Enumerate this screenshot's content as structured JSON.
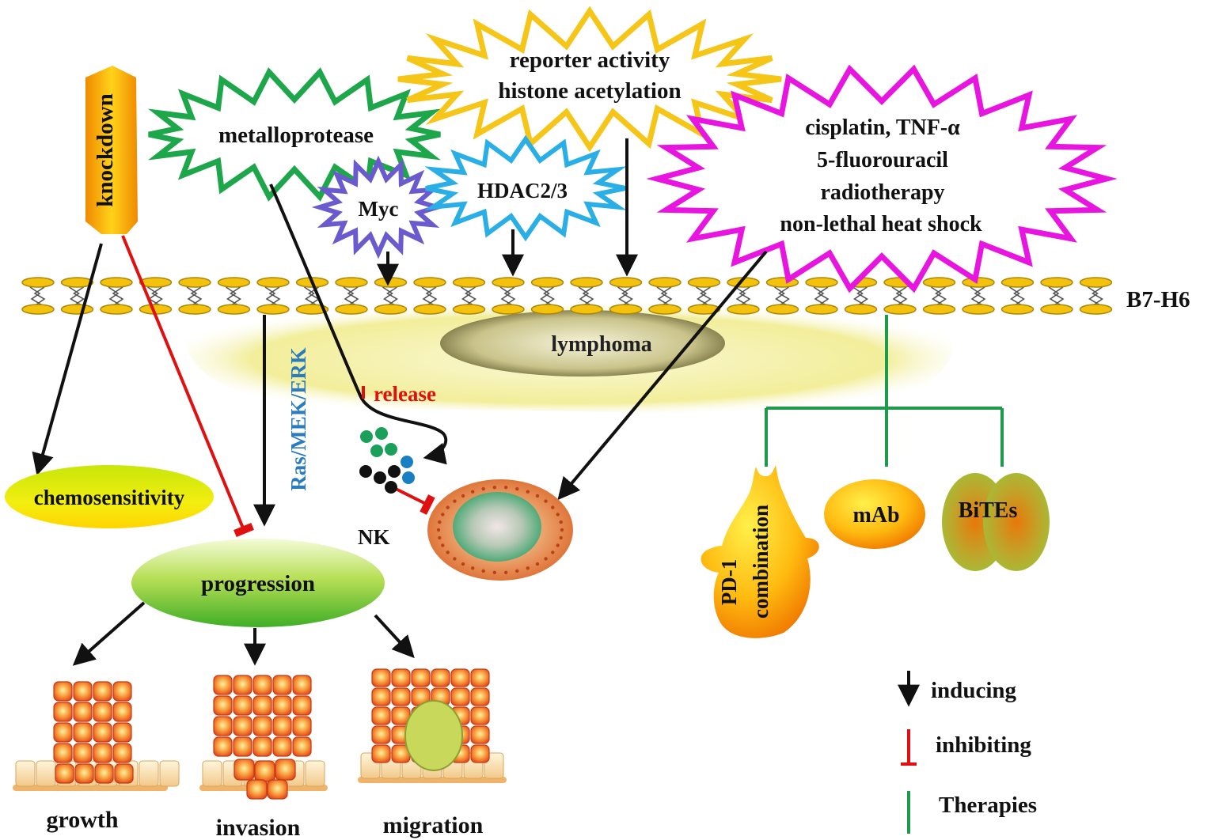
{
  "membrane_label": "B7-H6",
  "cell_label": "lymphoma",
  "knockdown_label": "knockdown",
  "metalloprotease_label": "metalloprotease",
  "reporter_lines": [
    "reporter activity",
    "histone acetylation"
  ],
  "myc_label": "Myc",
  "hdac_label": "HDAC2/3",
  "inducers_lines": [
    "cisplatin, TNF-α",
    "5-fluorouracil",
    "radiotherapy",
    "non-lethal heat shock"
  ],
  "pathway_label": "Ras/MEK/ERK",
  "release_label": "release",
  "nk_label": "NK",
  "chemosensitivity_label": "chemosensitivity",
  "progression_label": "progression",
  "outcomes": [
    "growth",
    "invasion",
    "migration"
  ],
  "therapies": {
    "pd1_lines": [
      "PD-1",
      "combination"
    ],
    "mab": "mAb",
    "bites": "BiTEs"
  },
  "legend": {
    "inducing": "inducing",
    "inhibiting": "inhibiting",
    "therapies": "Therapies"
  },
  "colors": {
    "inducing_arrow": "#111111",
    "inhibiting_arrow": "#e01010",
    "therapy_line": "#1e9b4a",
    "metalloprotease_burst": "#1ea64a",
    "reporter_burst": "#f5c518",
    "myc_burst": "#6a5acd",
    "hdac_burst": "#29aee6",
    "inducers_burst": "#e815e0",
    "pathway_text": "#2b7bbf",
    "release_text": "#e01010"
  }
}
